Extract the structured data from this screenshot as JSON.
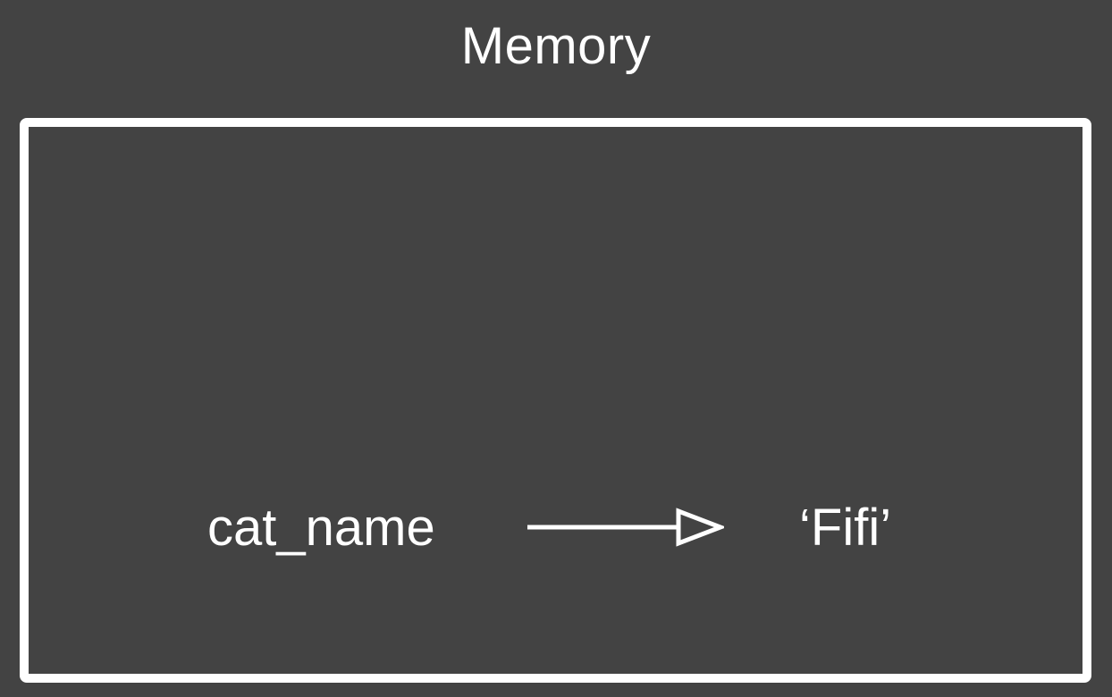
{
  "colors": {
    "background": "#434343",
    "foreground": "#ffffff"
  },
  "title": "Memory",
  "memory_box": {
    "variable": "cat_name",
    "value": "‘Fifi’",
    "arrow_icon": "right-arrow-open-head"
  }
}
